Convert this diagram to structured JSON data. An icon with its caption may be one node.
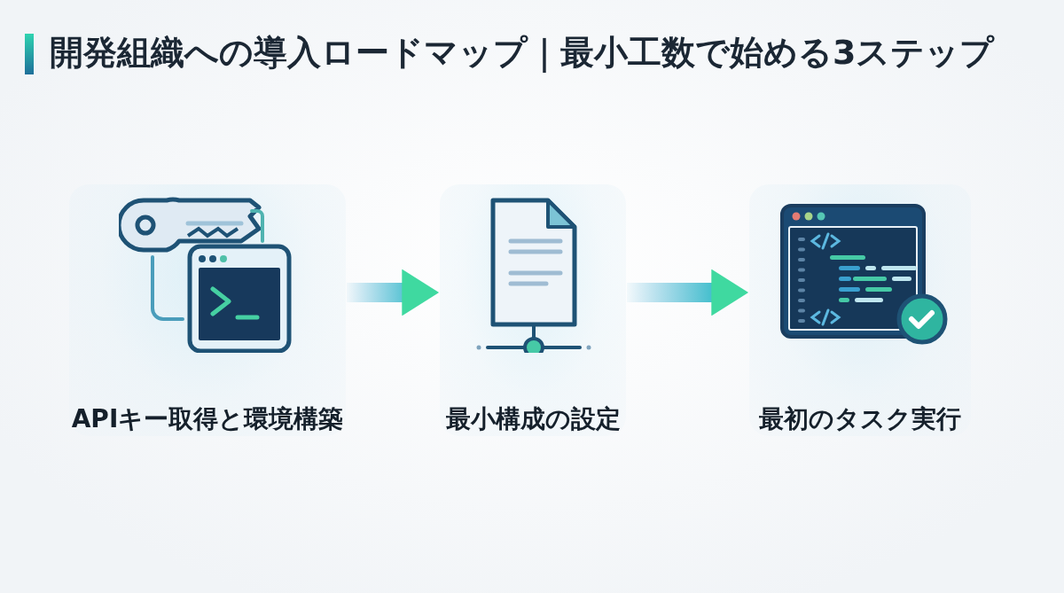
{
  "diagram": {
    "title": "開発組織への導入ロードマップ｜最小工数で始める3ステップ",
    "nodes": [
      {
        "text": [
          "APIキー取得と環境構築"
        ]
      },
      {
        "text": [
          "最小構成の設定"
        ]
      },
      {
        "text": [
          "最初のタスク実行"
        ]
      }
    ],
    "edges": [
      {
        "from": 0,
        "to": 1,
        "arrow": "to"
      },
      {
        "from": 1,
        "to": 2,
        "arrow": "to"
      }
    ]
  }
}
